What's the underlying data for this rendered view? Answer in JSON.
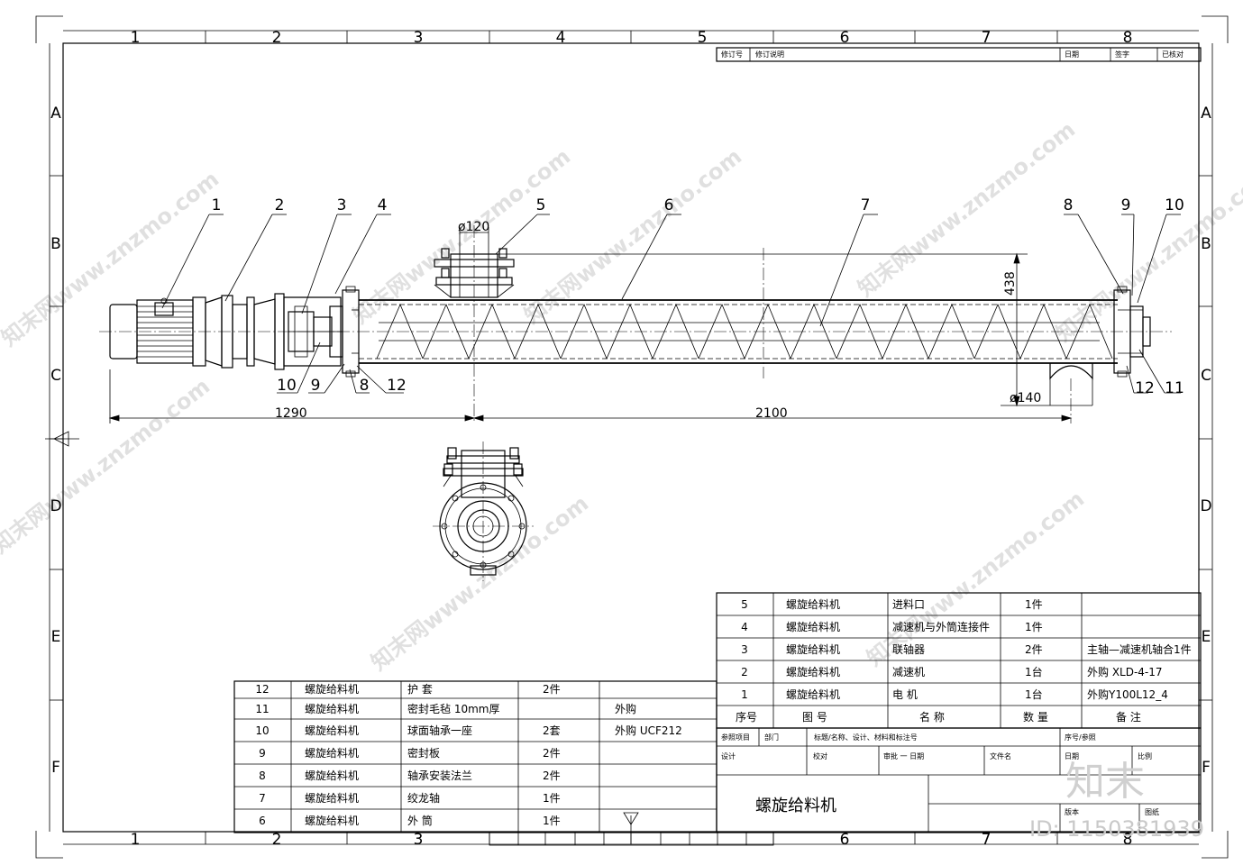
{
  "frame": {
    "columns": [
      "1",
      "2",
      "3",
      "4",
      "5",
      "6",
      "7",
      "8"
    ],
    "rows": [
      "A",
      "B",
      "C",
      "D",
      "E",
      "F"
    ]
  },
  "revision_block": {
    "headers": [
      "修订号",
      "修订说明",
      "日期",
      "签字",
      "已核对"
    ]
  },
  "drawing": {
    "part_labels": [
      "1",
      "2",
      "3",
      "4",
      "5",
      "6",
      "7",
      "8",
      "9",
      "10",
      "10",
      "9",
      "8",
      "12",
      "12",
      "11"
    ],
    "dimensions": {
      "inlet_diameter": "ø120",
      "outlet_diameter": "ø140",
      "height": "438",
      "length_left": "1290",
      "length_right": "2100"
    }
  },
  "parts_right": {
    "rows": [
      {
        "no": "5",
        "drawing": "螺旋给料机",
        "name": "进料口",
        "qty": "1件",
        "note": ""
      },
      {
        "no": "4",
        "drawing": "螺旋给料机",
        "name": "减速机与外筒连接件",
        "qty": "1件",
        "note": ""
      },
      {
        "no": "3",
        "drawing": "螺旋给料机",
        "name": "联轴器",
        "qty": "2件",
        "note": "主轴—减速机轴合1件"
      },
      {
        "no": "2",
        "drawing": "螺旋给料机",
        "name": "减速机",
        "qty": "1台",
        "note": "外购  XLD-4-17"
      },
      {
        "no": "1",
        "drawing": "螺旋给料机",
        "name": "电    机",
        "qty": "1台",
        "note": "外购Y100L12_4"
      }
    ],
    "header": {
      "no": "序号",
      "drawing": "图    号",
      "name": "名    称",
      "qty": "数    量",
      "note": "备    注"
    }
  },
  "parts_left": {
    "rows": [
      {
        "no": "12",
        "drawing": "螺旋给料机",
        "name": "护    套",
        "qty": "2件",
        "note": ""
      },
      {
        "no": "11",
        "drawing": "螺旋给料机",
        "name": "密封毛毡  10mm厚",
        "qty": "",
        "note": "外购"
      },
      {
        "no": "10",
        "drawing": "螺旋给料机",
        "name": "球面轴承一座",
        "qty": "2套",
        "note": "外购   UCF212"
      },
      {
        "no": "9",
        "drawing": "螺旋给料机",
        "name": "密封板",
        "qty": "2件",
        "note": ""
      },
      {
        "no": "8",
        "drawing": "螺旋给料机",
        "name": "轴承安装法兰",
        "qty": "2件",
        "note": ""
      },
      {
        "no": "7",
        "drawing": "螺旋给料机",
        "name": "绞龙轴",
        "qty": "1件",
        "note": ""
      },
      {
        "no": "6",
        "drawing": "螺旋给料机",
        "name": "外    筒",
        "qty": "1件",
        "note": ""
      }
    ]
  },
  "title_block": {
    "labels": {
      "ref_project": "参照项目",
      "dept": "部门",
      "standard": "标题/名称、设计、材料和标注号",
      "ref_no": "序号/参照",
      "design": "设计",
      "check": "校对",
      "review": "审批 一 日期",
      "file": "文件名",
      "date": "日期",
      "ratio": "比例",
      "version": "版本",
      "sheet": "图纸"
    },
    "title": "螺旋给料机"
  },
  "watermark": {
    "text": "知末网www.znzmo.com",
    "logo": "知末",
    "id": "ID: 1150381939"
  }
}
